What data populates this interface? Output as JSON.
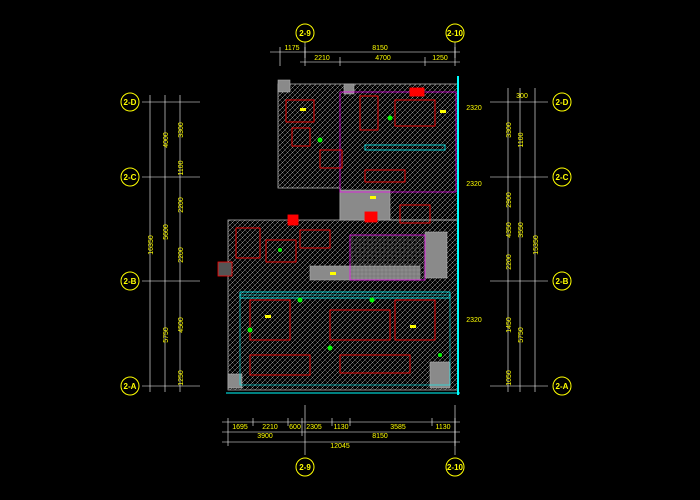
{
  "axes": {
    "columns": [
      {
        "label": "2-9"
      },
      {
        "label": "2-10"
      }
    ],
    "rows": [
      {
        "label": "2-D"
      },
      {
        "label": "2-C"
      },
      {
        "label": "2-B"
      },
      {
        "label": "2-A"
      }
    ]
  },
  "dimensions": {
    "top": [
      "1175",
      "8150",
      "2210",
      "4700",
      "1250"
    ],
    "bottom_row1": [
      "1695",
      "2210",
      "600",
      "2305",
      "1130",
      "3585",
      "1130"
    ],
    "bottom_row2": [
      "3900",
      "8150"
    ],
    "bottom_total": "12045",
    "left_col1": [
      "4000",
      "5600",
      "5750"
    ],
    "left_col2": [
      "3300",
      "1100",
      "2200",
      "2200",
      "4500",
      "1250"
    ],
    "left_total": "16350",
    "right_col1": [
      "3300",
      "4350",
      "3550",
      "1450",
      "5750"
    ],
    "right_col2": [
      "300",
      "1100",
      "2900",
      "2200",
      "1050"
    ],
    "right_total": "15350",
    "right_inner": [
      "2320",
      "2320",
      "2320"
    ]
  },
  "colors": {
    "background": "#000000",
    "dimension_text": "#ffff00",
    "axis_bubble": "#ffff00",
    "wall": "#8a8a8a",
    "furniture": "#ff0000",
    "hatch": "#ffffff",
    "glazing": "#00ffff",
    "planting": "#00ff00",
    "partition": "#ff00ff"
  }
}
